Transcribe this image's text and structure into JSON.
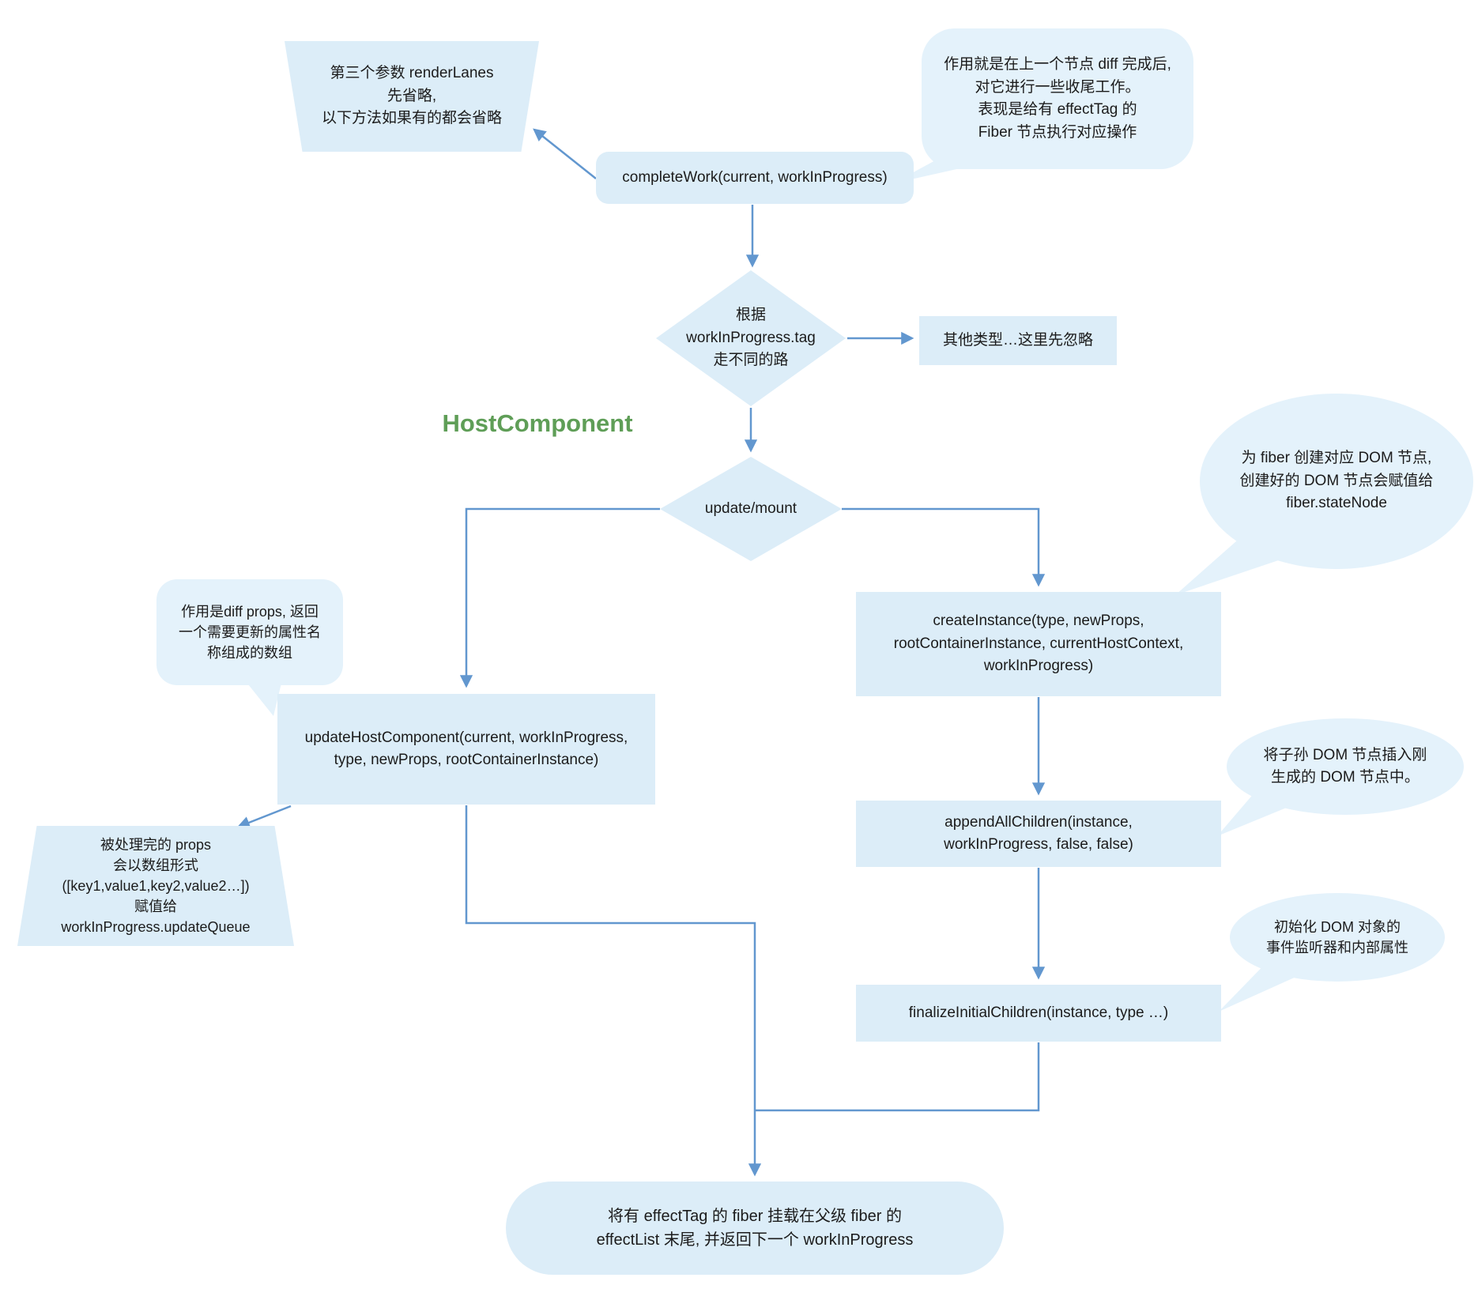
{
  "diagram": {
    "title_label": "HostComponent",
    "colors": {
      "node_fill": "#dcedf8",
      "bubble_fill": "#e4f2fb",
      "arrow": "#6297cf",
      "text": "#1b1b1b",
      "accent_green": "#5f9e57"
    },
    "nodes": {
      "note_render_lanes": {
        "lines": [
          "第三个参数 renderLanes",
          "先省略,",
          "以下方法如果有的都会省略"
        ]
      },
      "complete_work": {
        "label": "completeWork(current, workInProgress)"
      },
      "bubble_complete_work": {
        "lines": [
          "作用就是在上一个节点 diff 完成后,",
          "对它进行一些收尾工作。",
          "表现是给有 effectTag 的",
          "Fiber 节点执行对应操作"
        ]
      },
      "decision_tag": {
        "lines": [
          "根据",
          "workInProgress.tag",
          "走不同的路"
        ]
      },
      "other_types": {
        "label": "其他类型…这里先忽略"
      },
      "decision_update_mount": {
        "label": "update/mount"
      },
      "bubble_diff_props": {
        "lines": [
          "作用是diff props, 返回",
          "一个需要更新的属性名",
          "称组成的数组"
        ]
      },
      "update_host_component": {
        "lines": [
          "updateHostComponent(current, workInProgress,",
          "type, newProps, rootContainerInstance)"
        ]
      },
      "note_update_queue": {
        "lines": [
          "被处理完的 props",
          "会以数组形式",
          "([key1,value1,key2,value2…])",
          "赋值给",
          "workInProgress.updateQueue"
        ]
      },
      "bubble_create_instance": {
        "lines": [
          "为 fiber 创建对应 DOM 节点,",
          "创建好的 DOM 节点会赋值给",
          "fiber.stateNode"
        ]
      },
      "create_instance": {
        "lines": [
          "createInstance(type, newProps,",
          "rootContainerInstance, currentHostContext,",
          "workInProgress)"
        ]
      },
      "bubble_append": {
        "lines": [
          "将子孙 DOM 节点插入刚",
          "生成的 DOM 节点中。"
        ]
      },
      "append_all_children": {
        "lines": [
          "appendAllChildren(instance,",
          "workInProgress, false, false)"
        ]
      },
      "bubble_finalize": {
        "lines": [
          "初始化 DOM 对象的",
          "事件监听器和内部属性"
        ]
      },
      "finalize_initial_children": {
        "label": "finalizeInitialChildren(instance, type …)"
      },
      "effect_list": {
        "lines": [
          "将有 effectTag 的 fiber 挂载在父级 fiber 的",
          "effectList 末尾, 并返回下一个 workInProgress"
        ]
      }
    }
  }
}
